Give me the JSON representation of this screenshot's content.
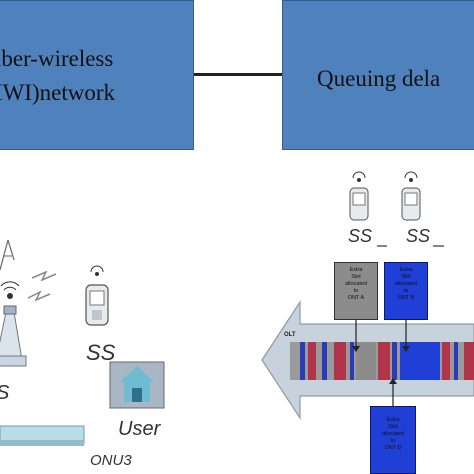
{
  "boxes": {
    "left_line1": "iber-wireless",
    "left_line2": "IWI)network",
    "right_line1": "Queuing dela"
  },
  "left_diagram": {
    "ss_label": "SS",
    "s_label": "S",
    "user_label": "User",
    "onu_label": "ONU3"
  },
  "right_diagram": {
    "ss1_label": "SS",
    "ss2_label": "SS",
    "olt_label": "OLT",
    "slot_a": [
      "Extra",
      "Slot",
      "allocated",
      "to",
      "ONT A"
    ],
    "slot_b": [
      "Extra",
      "Slot",
      "allocated",
      "to",
      "ONT B"
    ],
    "slot_d": [
      "Extra",
      "Slot",
      "allocated",
      "to",
      "ONT D"
    ]
  },
  "colors": {
    "box_fill": "#4f81bd",
    "slot_gray": "#8c8c8c",
    "slot_blue": "#1f3fd6",
    "arrow_fill": "#c7d2dc",
    "onu_fill": "#b7dde8"
  }
}
